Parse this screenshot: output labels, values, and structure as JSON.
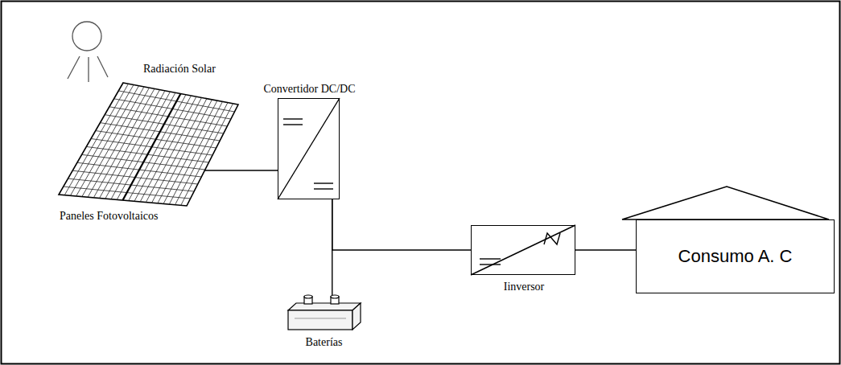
{
  "diagram": {
    "nodes": [
      {
        "text": [
          "Paneles Fotovoltaicos"
        ]
      },
      {
        "text": [
          "Convertidor DC/DC"
        ]
      },
      {
        "text": [
          "Baterías"
        ]
      },
      {
        "text": [
          "Iinversor"
        ]
      },
      {
        "text": [
          "Consumo A. C"
        ]
      }
    ],
    "edges": [
      {
        "from": 0,
        "to": 1,
        "arrow": "none"
      },
      {
        "from": 1,
        "to": 2,
        "arrow": "none"
      },
      {
        "from": 1,
        "to": 3,
        "arrow": "none"
      },
      {
        "from": 3,
        "to": 4,
        "arrow": "none"
      }
    ],
    "labels": [
      "Radiación Solar"
    ]
  }
}
